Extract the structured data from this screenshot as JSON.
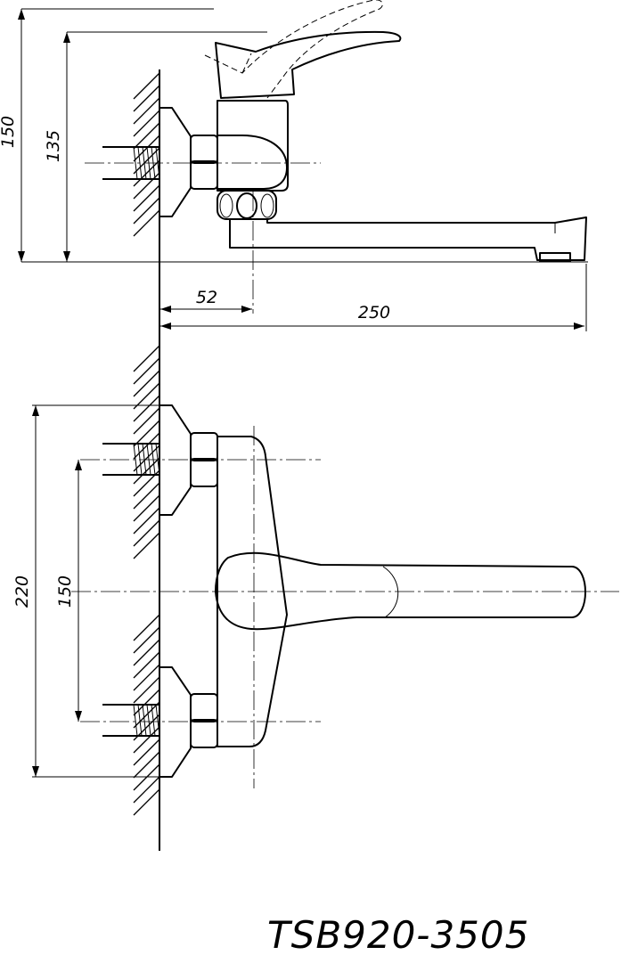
{
  "model_code": "TSB920-3505",
  "dimensions": {
    "top_height_outer": "150",
    "top_height_inner": "135",
    "spout_offset": "52",
    "spout_reach": "250",
    "bottom_height_outer": "220",
    "bottom_center_distance": "150"
  },
  "colors": {
    "line": "#000000",
    "background": "#ffffff"
  }
}
